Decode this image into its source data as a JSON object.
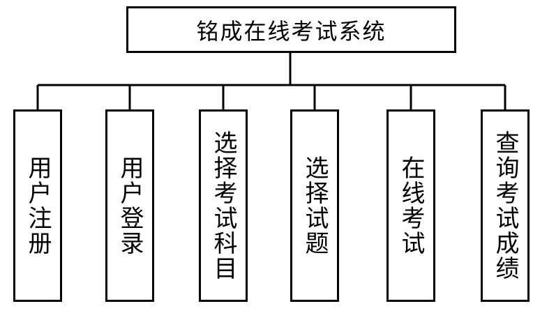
{
  "root": {
    "label": "铭成在线考试系统"
  },
  "modules": [
    {
      "label": "用户注册"
    },
    {
      "label": "用户登录"
    },
    {
      "label": "选择考试科目"
    },
    {
      "label": "选择试题"
    },
    {
      "label": "在线考试"
    },
    {
      "label": "查询考试成绩"
    }
  ],
  "colors": {
    "line": "#000000",
    "background": "#ffffff"
  }
}
